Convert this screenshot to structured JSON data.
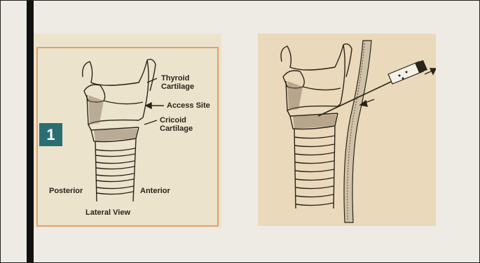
{
  "slide": {
    "background_color": "#eeebe4",
    "accent_bar_color": "#111111"
  },
  "figure_1": {
    "step_number": "1",
    "labels": {
      "thyroid_cartilage": "Thyroid\nCartilage",
      "access_site": "Access Site",
      "cricoid_cartilage": "Cricoid\nCartilage",
      "posterior": "Posterior",
      "anterior": "Anterior",
      "view": "Lateral View"
    },
    "badge_color": "#2a6e73",
    "frame_color": "#e0a070"
  },
  "figure_2": {
    "description_icons": [
      "needle-icon",
      "syringe-icon",
      "direction-arrow-icon"
    ]
  }
}
